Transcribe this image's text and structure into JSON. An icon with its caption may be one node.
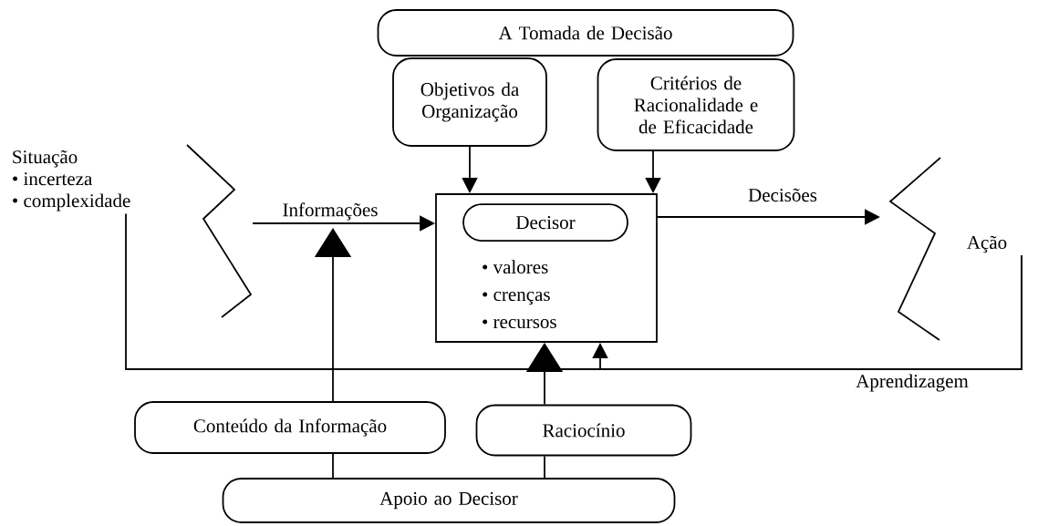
{
  "diagram": {
    "nodes": [
      {
        "text": [
          "A Tomada de Decisão"
        ]
      },
      {
        "text": [
          "Objetivos da Organização"
        ]
      },
      {
        "text": [
          "Critérios de Racionalidade e de Eficacidade"
        ]
      },
      {
        "text": [
          "• valores",
          "• crenças",
          "• recursos"
        ]
      },
      {
        "text": [
          "Decisor"
        ],
        "in": 3
      },
      {
        "text": [
          "Situação",
          "• incerteza",
          "• complexidade"
        ]
      },
      {
        "text": [
          "Ação"
        ]
      },
      {
        "text": [
          "Conteúdo da Informação"
        ]
      },
      {
        "text": [
          "Raciocínio"
        ]
      },
      {
        "text": [
          "Apoio ao Decisor"
        ]
      }
    ],
    "edges": [
      {
        "from": 1,
        "to": 3,
        "arrow": "to"
      },
      {
        "from": 2,
        "to": 3,
        "arrow": "to"
      },
      {
        "from": null,
        "to": 3,
        "arrow": "to",
        "label": "Informações"
      },
      {
        "from": 3,
        "to": null,
        "arrow": "to",
        "label": "Decisões"
      },
      {
        "from": 7,
        "to": null,
        "arrow": "to"
      },
      {
        "from": 8,
        "to": 3,
        "arrow": "to"
      },
      {
        "from": 6,
        "to": 5,
        "arrow": "none",
        "label": "Aprendizagem"
      },
      {
        "from": 6,
        "to": 3,
        "arrow": "to"
      },
      {
        "from": 9,
        "to": 7,
        "arrow": "none"
      },
      {
        "from": 9,
        "to": 8,
        "arrow": "none"
      }
    ]
  }
}
